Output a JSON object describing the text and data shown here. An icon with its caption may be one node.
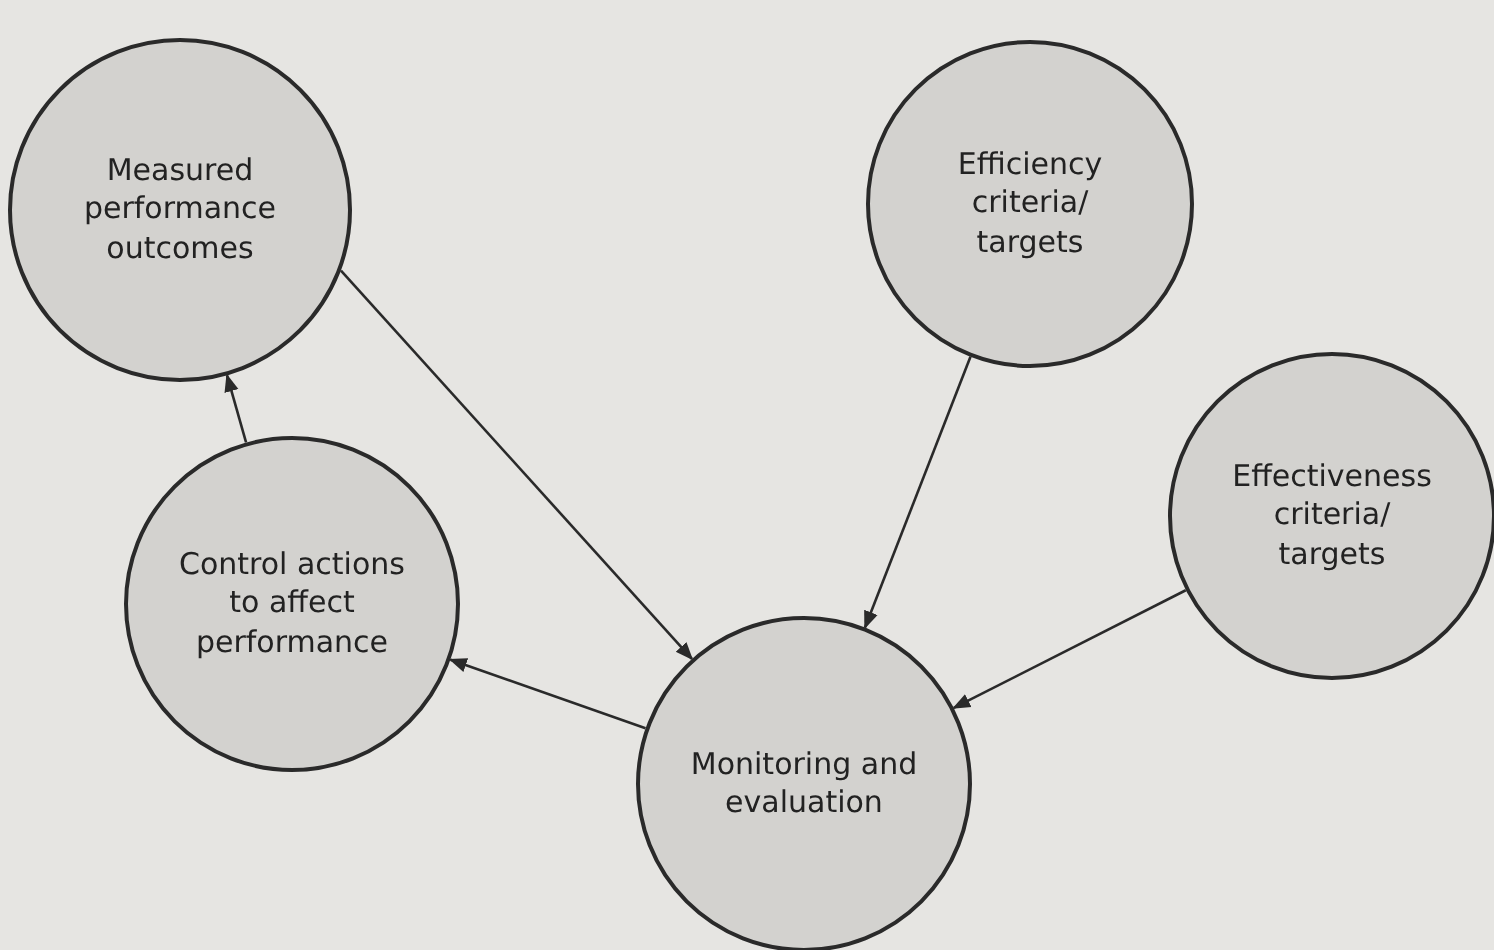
{
  "diagram": {
    "nodes": [
      {
        "text": [
          "Measured performance outcomes"
        ]
      },
      {
        "text": [
          "Efficiency criteria/ targets"
        ]
      },
      {
        "text": [
          "Effectiveness criteria/ targets"
        ]
      },
      {
        "text": [
          "Control actions to affect performance"
        ]
      },
      {
        "text": [
          "Monitoring and evaluation"
        ]
      }
    ],
    "edges": [
      {
        "from": 0,
        "to": 4,
        "arrow": "to"
      },
      {
        "from": 1,
        "to": 4,
        "arrow": "to"
      },
      {
        "from": 2,
        "to": 4,
        "arrow": "to"
      },
      {
        "from": 4,
        "to": 3,
        "arrow": "to"
      },
      {
        "from": 3,
        "to": 0,
        "arrow": "to"
      }
    ]
  }
}
